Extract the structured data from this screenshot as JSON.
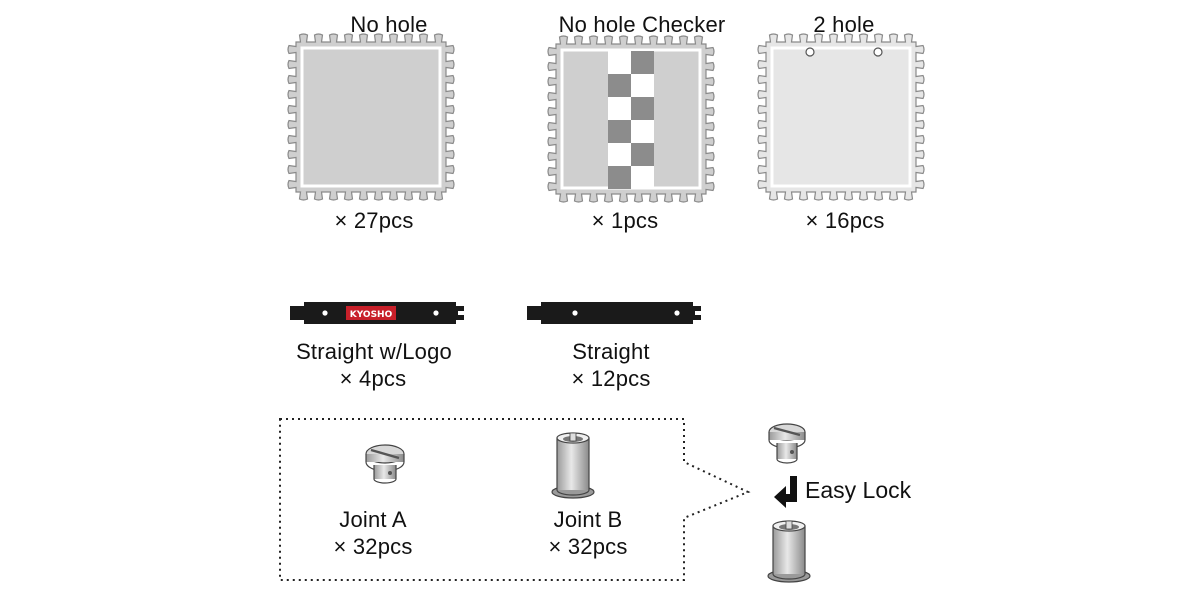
{
  "tiles": [
    {
      "name": "No hole",
      "qty": "× 27pcs",
      "pattern": "plain",
      "holes": 0
    },
    {
      "name": "No hole Checker",
      "qty": "× 1pcs",
      "pattern": "checker",
      "holes": 0
    },
    {
      "name": "2 hole",
      "qty": "× 16pcs",
      "pattern": "plain",
      "holes": 2
    }
  ],
  "borders": [
    {
      "name": "Straight w/Logo",
      "qty": "× 4pcs",
      "logo": "KYOSHO"
    },
    {
      "name": "Straight",
      "qty": "× 12pcs"
    }
  ],
  "joints": [
    {
      "name": "Joint A",
      "qty": "× 32pcs"
    },
    {
      "name": "Joint B",
      "qty": "× 32pcs"
    }
  ],
  "assembly": {
    "label": "Easy Lock"
  },
  "colors": {
    "tile_fill": "#cfcfcf",
    "tile_fill_light": "#e6e6e6",
    "tile_edge": "#8a8a8a",
    "checker_dark": "#8c8c8c",
    "border_strip": "#1a1a1a",
    "logo_red": "#c8202a"
  }
}
